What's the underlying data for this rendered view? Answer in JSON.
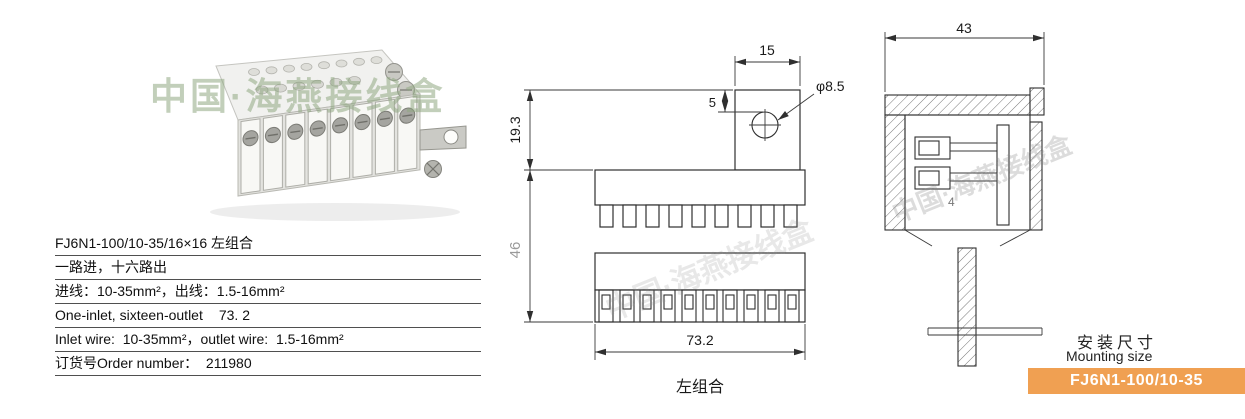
{
  "colors": {
    "badge_orange": "#f0a052",
    "watermark_green": "#8fa882",
    "drawing_line": "#2f2f2f"
  },
  "watermark": {
    "text": "中国·海燕接线盒"
  },
  "spec_table": {
    "rows": [
      {
        "text": "FJ6N1-100/10-35/16×16 左组合"
      },
      {
        "text": "一路进，十六路出"
      },
      {
        "text": "进线：10-35mm²，出线：1.5-16mm²"
      },
      {
        "text": "One-inlet, sixteen-outlet",
        "extra": "73. 2"
      },
      {
        "text": "Inlet wire:  10-35mm²，outlet wire:  1.5-16mm²"
      },
      {
        "text": "订货号Order number：  211980"
      }
    ]
  },
  "front_view": {
    "caption": "左组合",
    "dims": {
      "tab_width": "15",
      "hole_offset": "5",
      "hole_diameter": "φ8.5",
      "upper_height": "19.3",
      "body_height": "46",
      "body_width": "73.2"
    }
  },
  "side_view": {
    "dims": {
      "depth": "43"
    },
    "inner_label": "4"
  },
  "footer": {
    "title_cn": "安装尺寸",
    "title_en": "Mounting size",
    "model": "FJ6N1-100/10-35"
  }
}
